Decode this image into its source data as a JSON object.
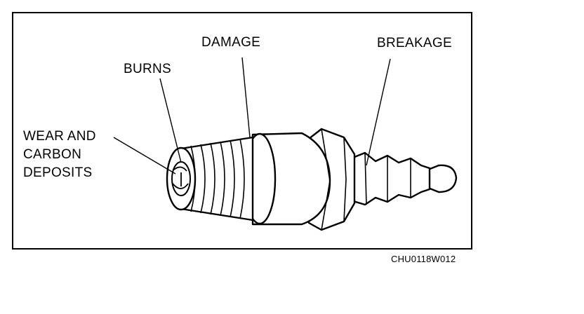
{
  "labels": {
    "wear_line1": "WEAR AND",
    "wear_line2": "CARBON",
    "wear_line3": "DEPOSITS",
    "burns": "BURNS",
    "damage": "DAMAGE",
    "breakage": "BREAKAGE"
  },
  "figure_code": "CHU0118W012",
  "colors": {
    "ink": "#000000",
    "background": "#ffffff"
  }
}
